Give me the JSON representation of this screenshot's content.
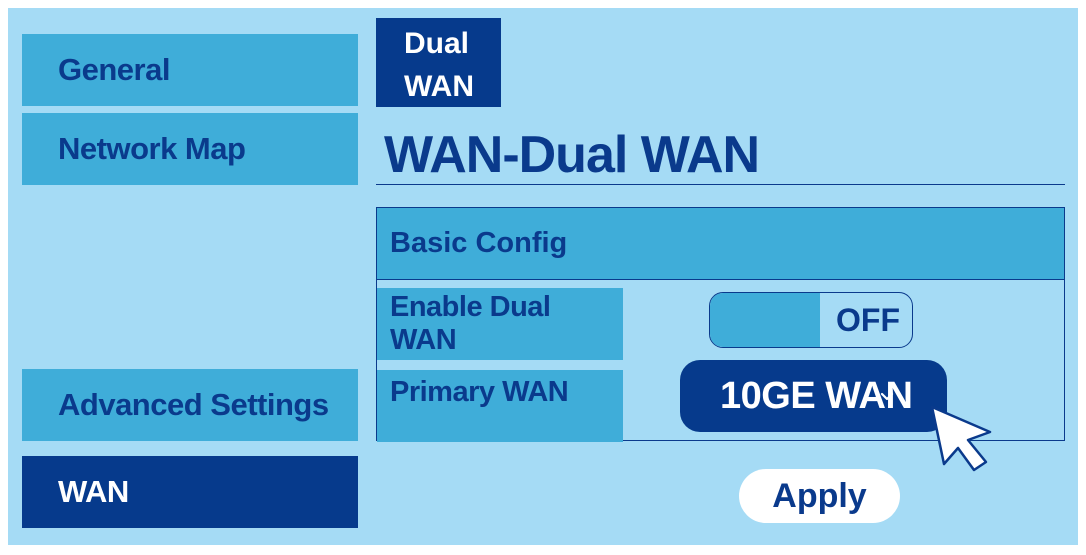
{
  "sidebar": {
    "items": [
      {
        "label": "General"
      },
      {
        "label": "Network Map"
      },
      {
        "label": "Advanced Settings"
      },
      {
        "label": "WAN",
        "active": true
      }
    ]
  },
  "tabs": [
    {
      "label_line1": "Dual",
      "label_line2": "WAN",
      "active": true
    }
  ],
  "page": {
    "title": "WAN-Dual WAN"
  },
  "panel": {
    "header": "Basic Config",
    "enable_dual_wan": {
      "label": "Enable Dual WAN",
      "state": "OFF"
    },
    "primary_wan": {
      "label": "Primary WAN",
      "selected": "10GE WAN"
    }
  },
  "actions": {
    "apply_label": "Apply"
  },
  "colors": {
    "background": "#a5dbf5",
    "accent": "#3fadd9",
    "navy": "#063a8c",
    "text": "#0a3a8c"
  },
  "icons": {
    "chevron": "chevron-down-icon",
    "pointer": "mouse-pointer-icon"
  }
}
